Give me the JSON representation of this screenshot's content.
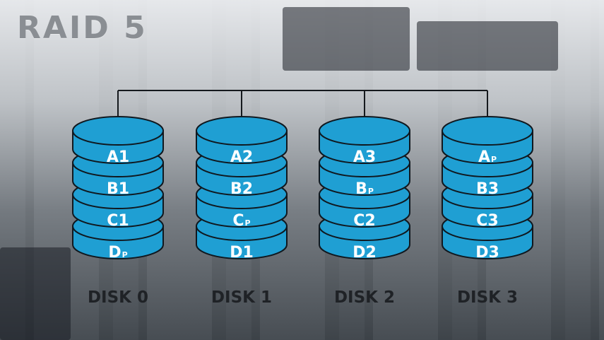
{
  "title": "RAID 5",
  "colors": {
    "disk_fill": "#1f9fd3",
    "disk_stroke": "#10181f",
    "connector": "#15191d",
    "label_text": "#1f2226",
    "title_text": "#8a8e93"
  },
  "disks": [
    {
      "label": "DISK 0",
      "blocks": [
        {
          "main": "A",
          "sub": "1",
          "parity": false
        },
        {
          "main": "B",
          "sub": "1",
          "parity": false
        },
        {
          "main": "C",
          "sub": "1",
          "parity": false
        },
        {
          "main": "D",
          "sub": "P",
          "parity": true
        }
      ]
    },
    {
      "label": "DISK 1",
      "blocks": [
        {
          "main": "A",
          "sub": "2",
          "parity": false
        },
        {
          "main": "B",
          "sub": "2",
          "parity": false
        },
        {
          "main": "C",
          "sub": "P",
          "parity": true
        },
        {
          "main": "D",
          "sub": "1",
          "parity": false
        }
      ]
    },
    {
      "label": "DISK 2",
      "blocks": [
        {
          "main": "A",
          "sub": "3",
          "parity": false
        },
        {
          "main": "B",
          "sub": "P",
          "parity": true
        },
        {
          "main": "C",
          "sub": "2",
          "parity": false
        },
        {
          "main": "D",
          "sub": "2",
          "parity": false
        }
      ]
    },
    {
      "label": "DISK 3",
      "blocks": [
        {
          "main": "A",
          "sub": "P",
          "parity": true
        },
        {
          "main": "B",
          "sub": "3",
          "parity": false
        },
        {
          "main": "C",
          "sub": "3",
          "parity": false
        },
        {
          "main": "D",
          "sub": "3",
          "parity": false
        }
      ]
    }
  ]
}
